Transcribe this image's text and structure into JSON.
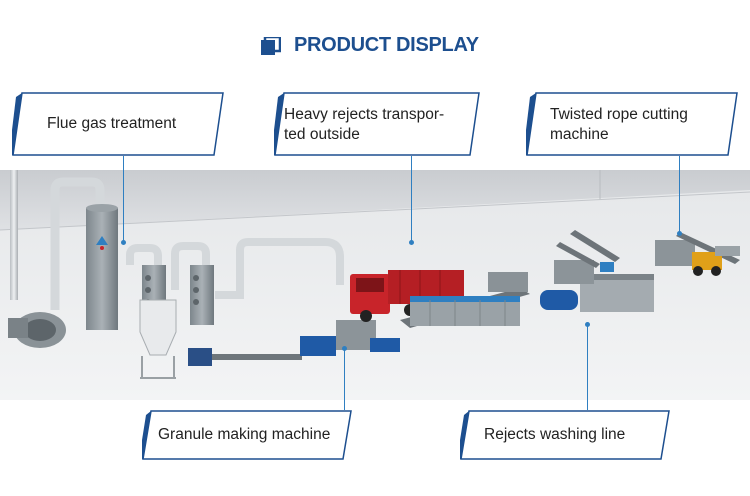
{
  "header": {
    "title": "PRODUCT DISPLAY",
    "icon": "square-stack-icon",
    "color": "#1d4f8f"
  },
  "callouts": {
    "flue_gas": {
      "label": "Flue gas treatment"
    },
    "heavy_rejects": {
      "line1": "Heavy rejects transpor-",
      "line2": "ted outside"
    },
    "twisted_rope": {
      "line1": "Twisted rope cutting",
      "line2": "machine"
    },
    "granule": {
      "label": "Granule making machine"
    },
    "rejects_washing": {
      "label": "Rejects washing line"
    }
  },
  "colors": {
    "accent": "#2f7fc1",
    "frame_dark": "#1d4f8f",
    "truck_red": "#c8242a",
    "machine_blue": "#1f5aa6"
  }
}
